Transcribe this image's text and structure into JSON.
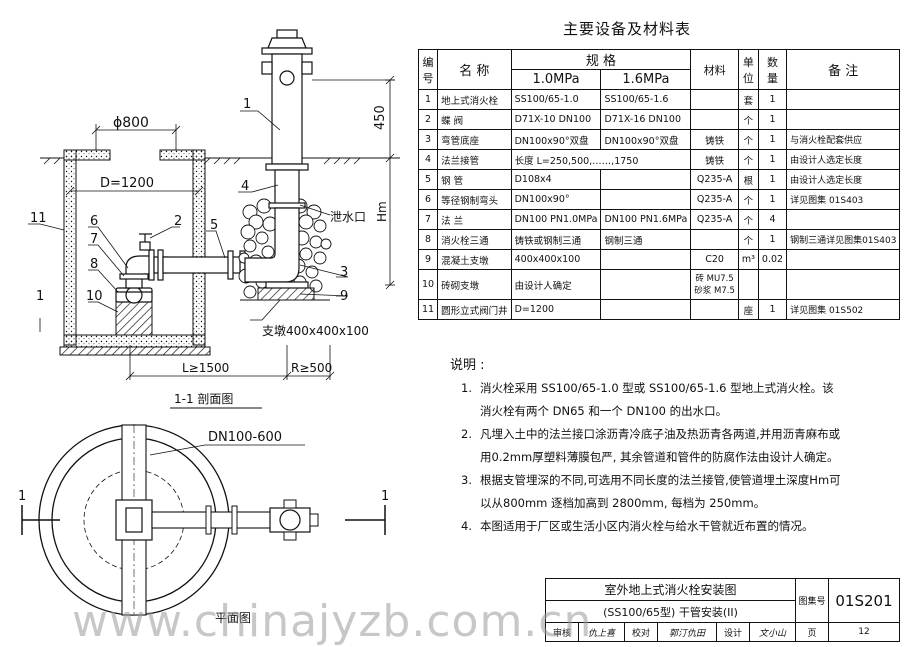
{
  "table": {
    "title": "主要设备及材料表",
    "headers": {
      "no": "编号",
      "name": "名 称",
      "spec": "规 格",
      "spec_a": "1.0MPa",
      "spec_b": "1.6MPa",
      "material": "材料",
      "unit": "单位",
      "qty": "数量",
      "remark": "备 注"
    },
    "rows": [
      {
        "no": "1",
        "name": "地上式消火栓",
        "a": "SS100/65-1.0",
        "b": "SS100/65-1.6",
        "mat": "",
        "unit": "套",
        "qty": "1",
        "rem": ""
      },
      {
        "no": "2",
        "name": "蝶 阀",
        "a": "D71X-10 DN100",
        "b": "D71X-16 DN100",
        "mat": "",
        "unit": "个",
        "qty": "1",
        "rem": ""
      },
      {
        "no": "3",
        "name": "弯管底座",
        "a": "DN100x90°双盘",
        "b": "DN100x90°双盘",
        "mat": "铸铁",
        "unit": "个",
        "qty": "1",
        "rem": "与消火栓配套供应"
      },
      {
        "no": "4",
        "name": "法兰接管",
        "a": "长度 L=250,500,……,1750",
        "b": "",
        "mat": "铸铁",
        "unit": "个",
        "qty": "1",
        "rem": "由设计人选定长度"
      },
      {
        "no": "5",
        "name": "钢 管",
        "a": "D108x4",
        "b": "",
        "mat": "Q235-A",
        "unit": "根",
        "qty": "1",
        "rem": "由设计人选定长度"
      },
      {
        "no": "6",
        "name": "等径钢制弯头",
        "a": "DN100x90°",
        "b": "",
        "mat": "Q235-A",
        "unit": "个",
        "qty": "1",
        "rem": "详见图集 01S403"
      },
      {
        "no": "7",
        "name": "法 兰",
        "a": "DN100 PN1.0MPa",
        "b": "DN100 PN1.6MPa",
        "mat": "Q235-A",
        "unit": "个",
        "qty": "4",
        "rem": ""
      },
      {
        "no": "8",
        "name": "消火栓三通",
        "a": "铸铁或钢制三通",
        "b": "钢制三通",
        "mat": "",
        "unit": "个",
        "qty": "1",
        "rem": "钢制三通详见图集01S403"
      },
      {
        "no": "9",
        "name": "混凝土支墩",
        "a": "400x400x100",
        "b": "",
        "mat": "C20",
        "unit": "m³",
        "qty": "0.02",
        "rem": ""
      },
      {
        "no": "10",
        "name": "砖砌支墩",
        "a": "由设计人确定",
        "b": "",
        "mat": "砖 MU7.5\n砂浆 M7.5",
        "unit": "",
        "qty": "",
        "rem": ""
      },
      {
        "no": "11",
        "name": "圆形立式阀门井",
        "a": "D=1200",
        "b": "",
        "mat": "",
        "unit": "座",
        "qty": "1",
        "rem": "详见图集 01S502"
      }
    ]
  },
  "notes": {
    "label": "说明 :",
    "items": [
      {
        "n": "1.",
        "lines": [
          "消火栓采用 SS100/65-1.0 型或 SS100/65-1.6 型地上式消火栓。该",
          "消火栓有两个 DN65 和一个 DN100 的出水口。"
        ]
      },
      {
        "n": "2.",
        "lines": [
          "凡埋入土中的法兰接口涂沥青冷底子油及热沥青各两道,并用沥青麻布或",
          "用0.2mm厚塑料薄膜包严, 其余管道和管件的防腐作法由设计人确定。"
        ]
      },
      {
        "n": "3.",
        "lines": [
          "根据支管埋深的不同,可选用不同长度的法兰接管,使管道埋土深度Hm可",
          "以从800mm 逐档加高到 2800mm, 每档为 250mm。"
        ]
      },
      {
        "n": "4.",
        "lines": [
          "本图适用于厂区或生活小区内消火栓与给水干管就近布置的情况。"
        ]
      }
    ]
  },
  "section": {
    "title": "1-1 剖面图",
    "dim_dia": "ϕ800",
    "dim_d": "D=1200",
    "dim_450": "450",
    "dim_hm": "Hm",
    "drain": "泄水口",
    "support": "支墩400x400x100",
    "dim_l": "L≥1500",
    "dim_r": "R≥500",
    "callouts": [
      "1",
      "2",
      "3",
      "4",
      "5",
      "6",
      "7",
      "8",
      "9",
      "10",
      "11"
    ]
  },
  "plan": {
    "title": "平面图",
    "pipe": "DN100-600",
    "mark": "1"
  },
  "titleblock": {
    "title1": "室外地上式消火栓安装图",
    "title2": "(SS100/65型) 干管安装(II)",
    "atlas_label": "图集号",
    "atlas_no": "01S201",
    "review": "审核",
    "check": "校对",
    "design": "设计",
    "page_label": "页",
    "page": "12",
    "sig1": "仇上喜",
    "sig2": "郭汀仇田",
    "sig3": "文小山"
  },
  "watermark": "www.chinajyzb.com.cn"
}
